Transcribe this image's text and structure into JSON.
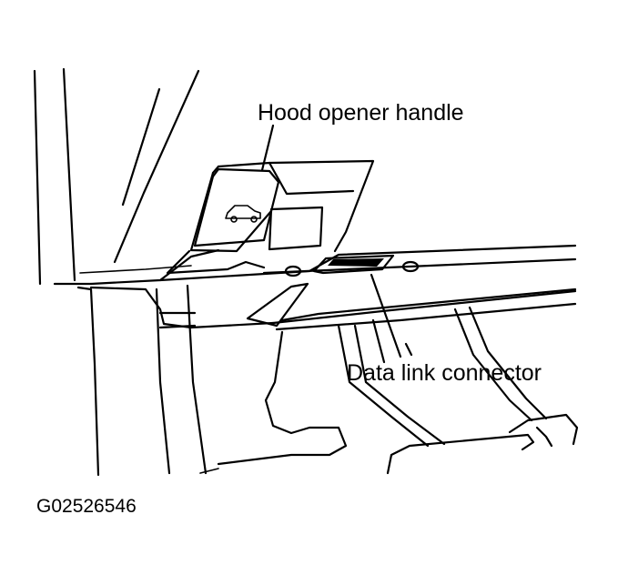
{
  "callouts": {
    "hood_opener": "Hood opener handle",
    "data_link": "Data link connector"
  },
  "figure_id": "G02526546"
}
